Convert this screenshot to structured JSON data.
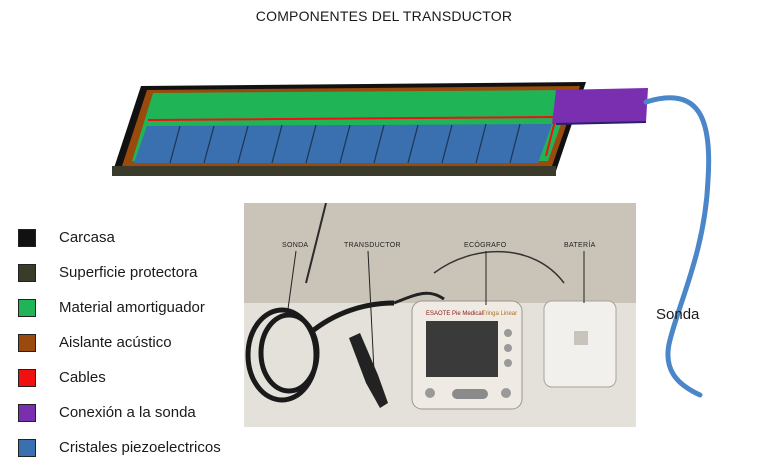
{
  "title": "COMPONENTES DEL TRANSDUCTOR",
  "legend": [
    {
      "label": "Carcasa",
      "color": "#111111"
    },
    {
      "label": "Superficie protectora",
      "color": "#3b3b2c"
    },
    {
      "label": "Material amortiguador",
      "color": "#1fb557"
    },
    {
      "label": "Aislante acústico",
      "color": "#9a4a0c"
    },
    {
      "label": "Cables",
      "color": "#f01010"
    },
    {
      "label": "Conexión a la sonda",
      "color": "#7a2fb0"
    },
    {
      "label": "Cristales piezoelectricos",
      "color": "#3a6fb0"
    }
  ],
  "probe_label": "Sonda",
  "photo": {
    "labels": {
      "sonda": "SONDA",
      "transductor": "TRANSDUCTOR",
      "ecografo": "ECÓGRAFO",
      "bateria": "BATERÍA"
    },
    "device_brand": "ESAOTE Pie Medical",
    "device_model": "Tringa Linear"
  },
  "colors": {
    "cable": "#4a86c8",
    "photo_wall": "#c9c3b8",
    "photo_table": "#e4e0da"
  }
}
